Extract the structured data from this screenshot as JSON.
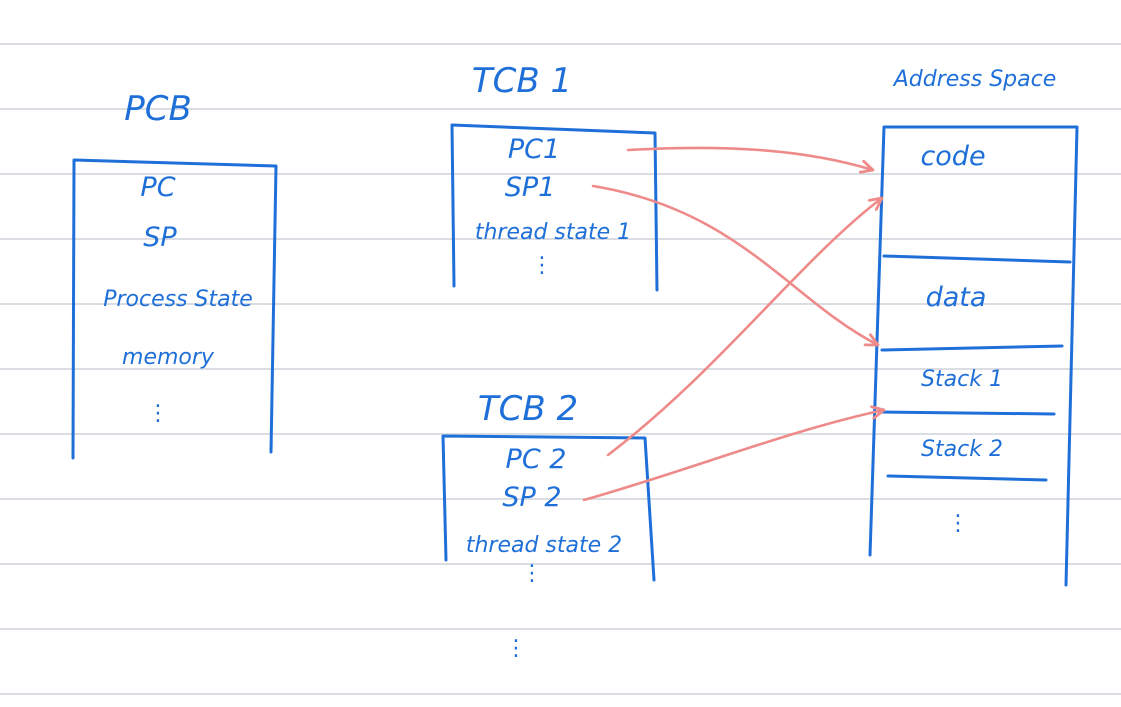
{
  "colors": {
    "ink": "#1f6fd8",
    "arrow": "#ef8a8a",
    "rule": "#dadde2",
    "paper": "#ffffff"
  },
  "pcb": {
    "title": "PCB",
    "fields": [
      "PC",
      "SP",
      "Process State",
      "memory",
      "⋮"
    ]
  },
  "tcb1": {
    "title": "TCB 1",
    "fields": [
      "PC1",
      "SP1",
      "thread state 1",
      "⋮"
    ]
  },
  "tcb2": {
    "title": "TCB 2",
    "fields": [
      "PC 2",
      "SP 2",
      "thread state 2",
      "⋮"
    ]
  },
  "more_tcbs": "⋮",
  "address_space": {
    "title": "Address Space",
    "segments": [
      "code",
      "data",
      "Stack 1",
      "Stack 2",
      "⋮"
    ]
  },
  "arrows": [
    {
      "from": "tcb1.PC1",
      "to": "address_space.code"
    },
    {
      "from": "tcb1.SP1",
      "to": "address_space.Stack 1"
    },
    {
      "from": "tcb2.PC 2",
      "to": "address_space.code"
    },
    {
      "from": "tcb2.SP 2",
      "to": "address_space.Stack 2"
    }
  ]
}
